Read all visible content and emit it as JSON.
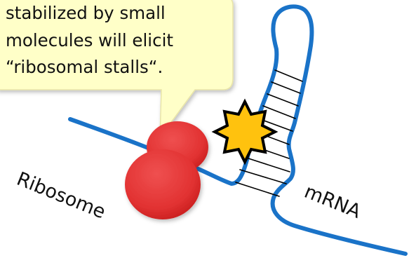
{
  "callout": {
    "lines": [
      "stabilized by small",
      "molecules will elicit",
      "“ribosomal stalls“."
    ]
  },
  "labels": {
    "ribosome": "Ribosome",
    "mrna": "mRNA"
  },
  "colors": {
    "mrna_strand": "#1a73c8",
    "ribosome": "#e63a3a",
    "small_molecule": "#ffc20e",
    "callout_fill": "#ffffc8",
    "text": "#111111"
  },
  "icons": {
    "small_molecule": "eight-point-star-icon"
  }
}
